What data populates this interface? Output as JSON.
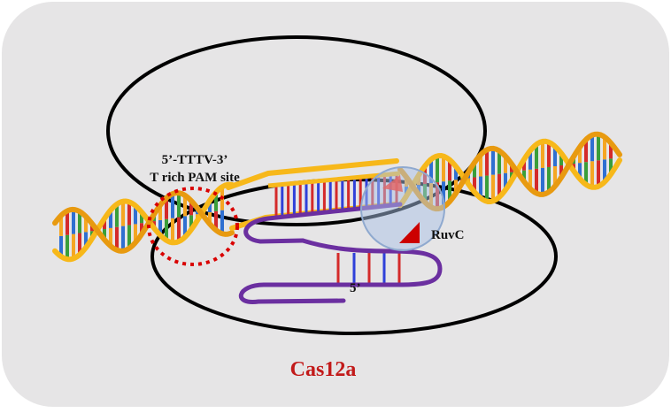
{
  "figure": {
    "title": "Cas12a",
    "pam_line1": "5’-TTTV-3’",
    "pam_line2": "T rich PAM site",
    "ruvc_label": "RuvC",
    "five_prime_label": "5’"
  },
  "colors": {
    "panel": "#e6e5e6",
    "outline": "#000000",
    "dna_backbone": "#f7b81a",
    "rna": "#6b2fa0",
    "pam_circle": "#d90000",
    "title_red": "#c21a1a",
    "ruvc_marker": "#cc0000",
    "ruvc_domain": "#a9c2e6",
    "base_pair_colors": [
      "#d42a2a",
      "#2f6fd1",
      "#3a9e3a",
      "#f5a623"
    ],
    "guide_pair_colors": [
      "#d42a2a",
      "#2f40d9"
    ]
  },
  "icons": {
    "ruvc_marker": "triangle-icon",
    "cleavage_marker": "triangle-icon"
  }
}
